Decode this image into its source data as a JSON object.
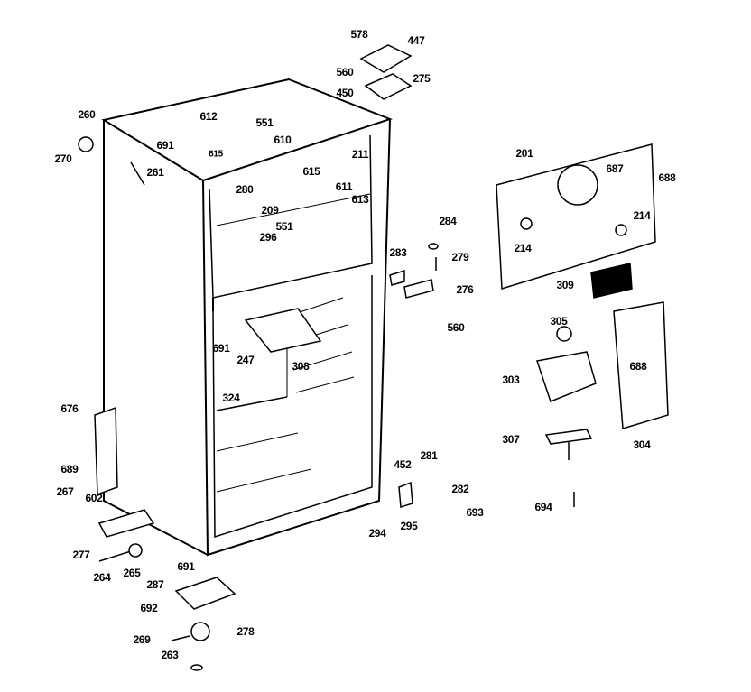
{
  "labels": [
    "578",
    "447",
    "560",
    "275",
    "450",
    "260",
    "270",
    "612",
    "551",
    "691",
    "615",
    "610",
    "615",
    "211",
    "261",
    "280",
    "209",
    "611",
    "613",
    "551",
    "296",
    "201",
    "687",
    "688",
    "214",
    "214",
    "284",
    "283",
    "279",
    "276",
    "560",
    "309",
    "305",
    "688",
    "303",
    "304",
    "307",
    "691",
    "247",
    "308",
    "324",
    "676",
    "689",
    "267",
    "602",
    "277",
    "264",
    "265",
    "691",
    "287",
    "692",
    "278",
    "269",
    "263",
    "452",
    "281",
    "282",
    "693",
    "294",
    "295",
    "694"
  ],
  "colors": {
    "ink": "#000000",
    "background": "#ffffff"
  }
}
